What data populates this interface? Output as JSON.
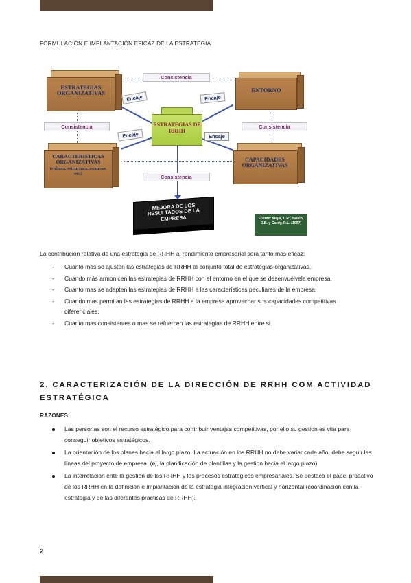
{
  "header": {
    "title": "FORMULACIÓN E IMPLANTACIÓN EFICAZ DE LA ESTRATEGIA"
  },
  "diagram": {
    "boxes": {
      "estrategias_org": "ESTRATEGIAS ORGANIZATIVAS",
      "entorno": "ENTORNO",
      "caracteristicas": "CARACTERISTICAS ORGANIZATIVAS",
      "caracteristicas_sub": "(cultura, estructura, recursos, etc.)",
      "capacidades": "CAPACIDADES ORGANIZATIVAS"
    },
    "center": "ESTRATEGIAS DE RRHH",
    "result": "MEJORA DE LOS RESULTADOS DE LA EMPRESA",
    "consistencia": "Consistencia",
    "encaje": "Encaje",
    "source": "Fuente: Mejía, L.R., Balkin, D.B. y Cardy, R.L. (1997)"
  },
  "intro": "La contribución relativa de una estrategia de RRHH al rendimiento empresarial será tanto mas eficaz:",
  "dash_items": [
    "Cuanto mas se ajusten las estrategias de RRHH al conjunto total de estrategias organizativas.",
    "Cuando más armonicen las estrategias de RRHH con el entorno en el que se desenvuélvela empresa.",
    "Cuanto mas se adapten las estrategias de RRHH a las características peculiares de la empresa.",
    "Cuando mas permitan las estrategias de RRHH a la empresa aprovechar sus capacidades competitivas diferenciales.",
    "Cuanto mas consistentes o mas se refuercen las estrategias de RRHH entre si."
  ],
  "dash_mark": "-",
  "section": {
    "heading": "2. CARACTERIZACIÓN DE LA DIRECCIÓN DE RRHH COM ACTIVIDAD ESTRATÉGICA",
    "razones": "RAZONES:",
    "items": [
      "Las personas son el recurso estratégico para contribuir ventajas competitivas, por ello su gestion es vita para conseguir objetivos estratégicos.",
      "La orientación de los planes hacia el largo plazo. La actuación en los RRHH no debe variar cada año, debe seguir las líneas del proyecto de empresa. (ej, la planificación de plantillas y la gestion hacia el largo plazo).",
      "La interrelación ente la gestion de los RRHH y los procesos estratégicos empresariales. Se destaca el papel proactivo de los RRHH en la definición e implantacion de la estrategia integración vertical y horizontal (coordinacion con la estrategia y de las diferentes prácticas de RRHH)."
    ]
  },
  "page_number": "2",
  "colors": {
    "bar": "#5b4334",
    "box": "#a26f3d",
    "center": "#b8d856",
    "consistencia_text": "#7a2a70",
    "line": "#3a55b8"
  }
}
